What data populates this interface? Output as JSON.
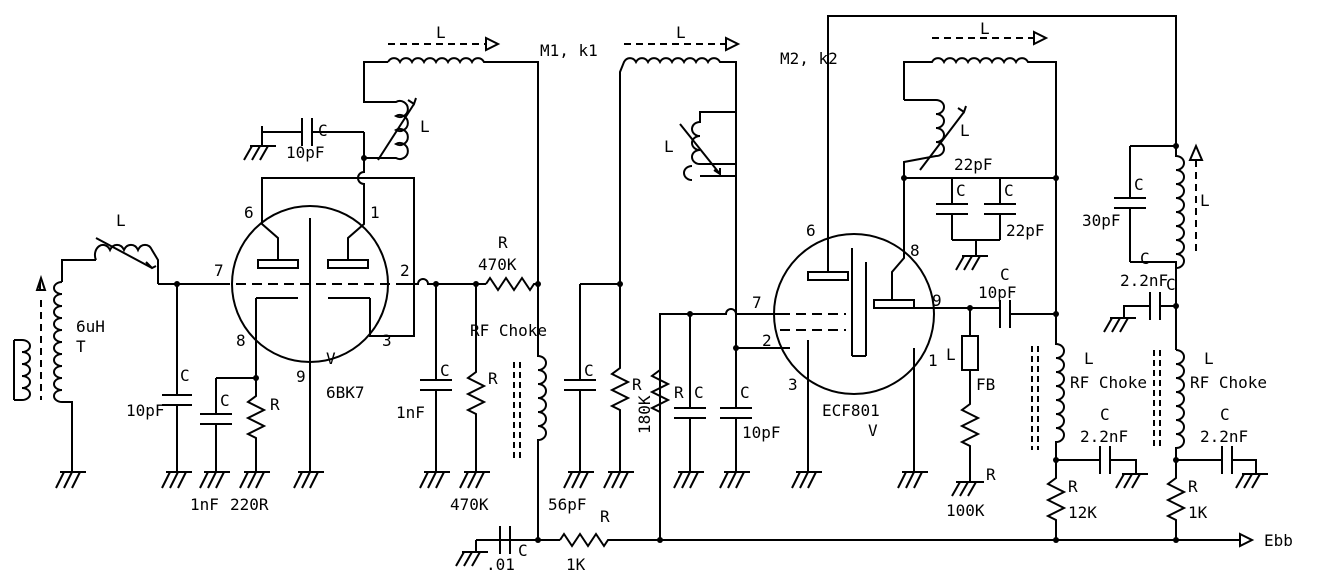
{
  "labels": {
    "l_top1": "L",
    "l_top2": "L",
    "l_top3": "L",
    "m1k1": "M1, k1",
    "m2k2": "M2, k2",
    "c_grid1": "C",
    "c_grid1_val": "10pF",
    "l_coil1": "L",
    "l_coil2": "L",
    "l_coil3": "L",
    "l_ant": "L",
    "v1_p6": "6",
    "v1_p1": "1",
    "v1_p7": "7",
    "v1_p2": "2",
    "v1_p8": "8",
    "v1_p9": "9",
    "v1_p3": "3",
    "v1_sym": "V",
    "v1_name": "6BK7",
    "t_val": "6uH",
    "t_sym": "T",
    "c_in": "C",
    "c_in_val": "10pF",
    "c_k1": "C",
    "c_k1_val": "1nF",
    "r_k1": "R",
    "r_k1_val": "220R",
    "r_470_sym": "R",
    "r_470_val": "470K",
    "rfc1": "RF Choke",
    "c_1n2": "C",
    "c_1n2_val": "1nF",
    "r_g2": "R",
    "r_g2_val": "470K",
    "c_56": "C",
    "c_56_val": "56pF",
    "r_180_sym": "R",
    "r_180_val": "180K",
    "c_01": "C",
    "c_01_val": ".01",
    "r_1k_bot": "R",
    "r_1k_bot_val": "1K",
    "r_g3": "R",
    "c_g3": "C",
    "c_10p3": "C",
    "c_10p3_val": "10pF",
    "v2_p6": "6",
    "v2_p8": "8",
    "v2_p7": "7",
    "v2_p2": "2",
    "v2_p9": "9",
    "v2_p3": "3",
    "v2_p1": "1",
    "v2_name": "ECF801",
    "v2_sym": "V",
    "c22a": "C",
    "c22b": "C",
    "c22a_val": "22pF",
    "c22b_val": "22pF",
    "c_out": "C",
    "c_out_val": "10pF",
    "fb_l": "L",
    "fb": "FB",
    "r_100k": "R",
    "r_100k_val": "100K",
    "rfc2_l": "L",
    "rfc2": "RF Choke",
    "c_22n_a": "C",
    "c_22n_a_val": "2.2nF",
    "r_12k": "R",
    "r_12k_val": "12K",
    "c_30": "C",
    "c_30_val": "30pF",
    "c_30_bot": "C",
    "l_tank": "L",
    "c_22n_b_val": "2.2nF",
    "c_22n_b": "C",
    "rfc3_l": "L",
    "rfc3": "RF Choke",
    "c_22n_c": "C",
    "c_22n_c_val": "2.2nF",
    "r_1k2": "R",
    "r_1k2_val": "1K",
    "ebb": "Ebb"
  }
}
